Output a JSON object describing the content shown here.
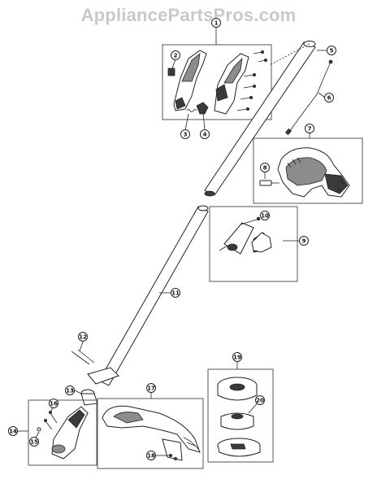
{
  "watermark": {
    "text": "AppliancePartsPros.com"
  },
  "callouts": [
    {
      "label": "1",
      "name": "callout-1"
    },
    {
      "label": "2",
      "name": "callout-2"
    },
    {
      "label": "3",
      "name": "callout-3"
    },
    {
      "label": "4",
      "name": "callout-4"
    },
    {
      "label": "5",
      "name": "callout-5"
    },
    {
      "label": "6",
      "name": "callout-6"
    },
    {
      "label": "7",
      "name": "callout-7"
    },
    {
      "label": "8",
      "name": "callout-8"
    },
    {
      "label": "9",
      "name": "callout-9"
    },
    {
      "label": "10",
      "name": "callout-10"
    },
    {
      "label": "11",
      "name": "callout-11"
    },
    {
      "label": "12",
      "name": "callout-12"
    },
    {
      "label": "13",
      "name": "callout-13"
    },
    {
      "label": "14",
      "name": "callout-14"
    },
    {
      "label": "15",
      "name": "callout-15"
    },
    {
      "label": "16",
      "name": "callout-16"
    },
    {
      "label": "17",
      "name": "callout-17"
    },
    {
      "label": "18",
      "name": "callout-18"
    },
    {
      "label": "19",
      "name": "callout-19"
    },
    {
      "label": "20",
      "name": "callout-20"
    }
  ]
}
